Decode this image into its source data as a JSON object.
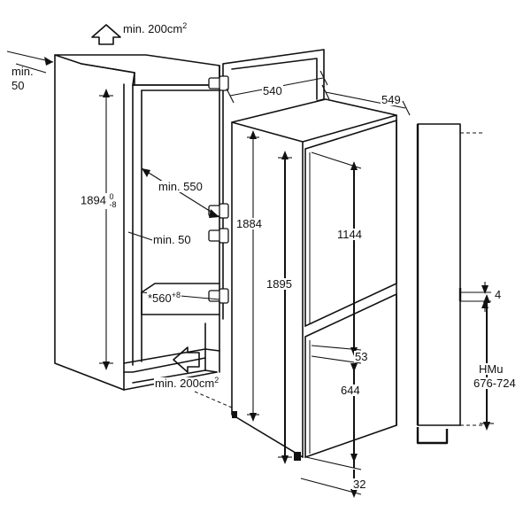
{
  "labels": {
    "vent_top": "min. 200cm",
    "vent_top_exp": "2",
    "depth_min_top": "min.",
    "depth_min_bottom": "50",
    "width_540": "540",
    "depth_549": "549",
    "niche_height_main": "1894",
    "niche_height_tol_up": "0",
    "niche_height_tol_down": "-8",
    "min_550": "min. 550",
    "min_50": "min. 50",
    "width_560_prefix": "*560",
    "width_560_tol": "+8",
    "height_1884": "1884",
    "height_1895": "1895",
    "height_1144": "1144",
    "gap_53": "53",
    "height_644": "644",
    "bottom_32": "32",
    "hinge_gap_4": "4",
    "hmu_label": "HMu",
    "hmu_range": "676-724",
    "vent_bottom": "min. 200cm",
    "vent_bottom_exp": "2"
  },
  "arrows": {
    "vent_top_arrow": "up-arrow-icon",
    "vent_bottom_arrow": "left-arrow-icon"
  }
}
